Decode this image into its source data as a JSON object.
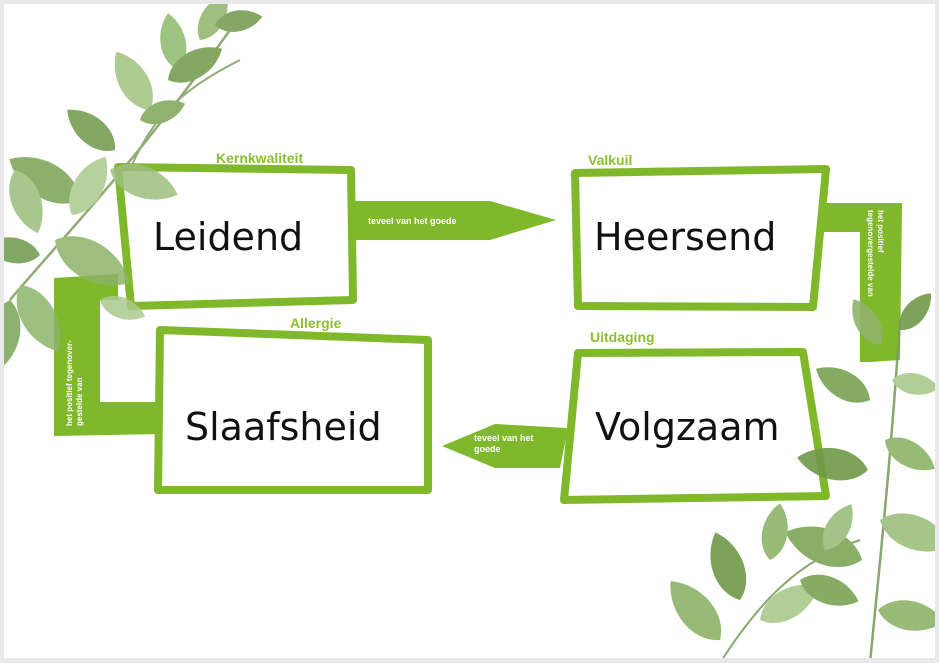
{
  "colors": {
    "green": "#7fb82a",
    "label_green": "#8cbf2f",
    "leaf_dark": "#6f9a4a",
    "leaf_light": "#a9c98c"
  },
  "quadrant": {
    "kernkwaliteit": {
      "label": "Kernkwaliteit",
      "word": "Leidend"
    },
    "valkuil": {
      "label": "Valkuil",
      "word": "Heersend"
    },
    "uitdaging": {
      "label": "Uitdaging",
      "word": "Volgzaam"
    },
    "allergie": {
      "label": "Allergie",
      "word": "Slaafsheid"
    }
  },
  "arrows": {
    "top": {
      "text": "teveel van het goede"
    },
    "right": {
      "text_line1": "het positief",
      "text_line2": "tegenovergestelde van"
    },
    "bottom": {
      "text_line1": "teveel van het",
      "text_line2": "goede"
    },
    "left": {
      "text_line1": "het positief tegenover-",
      "text_line2": "gestelde van"
    }
  },
  "decorations": {
    "top_left_leaves": "eucalyptus-leaves-icon",
    "bottom_right_leaves": "eucalyptus-leaves-icon"
  }
}
